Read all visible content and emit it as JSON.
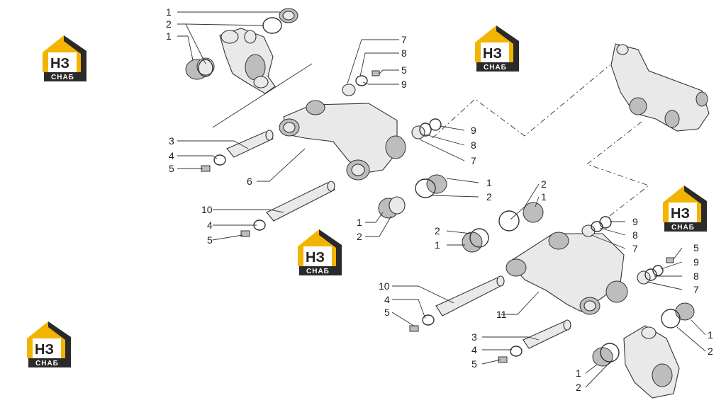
{
  "logo": {
    "mark": "НЗ",
    "band": "СНАБ",
    "brand_color": "#f2b400",
    "dark_color": "#2a2a2a"
  },
  "callout_numbers": [
    "1",
    "2",
    "3",
    "4",
    "5",
    "6",
    "7",
    "8",
    "9",
    "10",
    "11"
  ]
}
